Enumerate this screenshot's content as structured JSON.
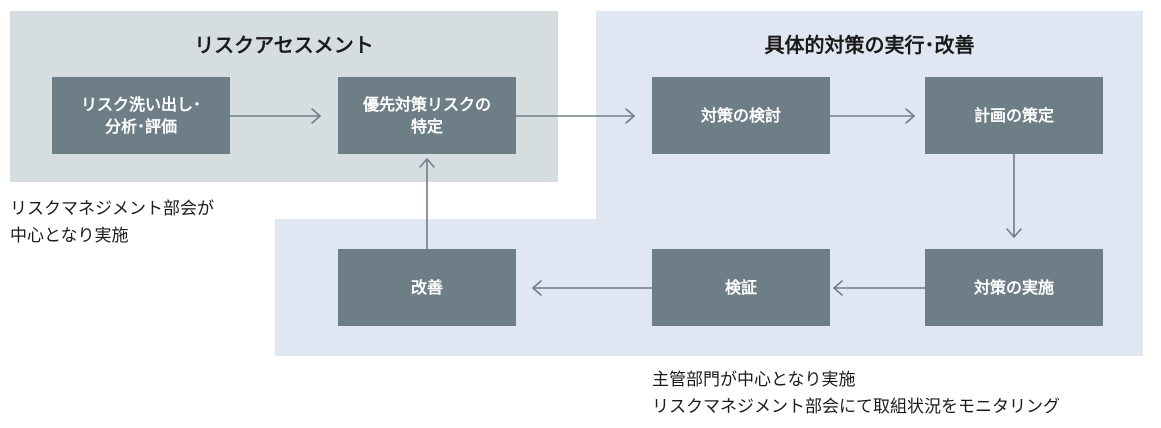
{
  "regions": {
    "assessment_title": "リスクアセスメント",
    "execution_title": "具体的対策の実行･改善"
  },
  "boxes": {
    "identify_line1": "リスク洗い出し･",
    "identify_line2": "分析･評価",
    "prioritize_line1": "優先対策リスクの",
    "prioritize_line2": "特定",
    "review": "対策の検討",
    "plan": "計画の策定",
    "implement": "対策の実施",
    "verify": "検証",
    "improve": "改善"
  },
  "notes": {
    "left_line1": "リスクマネジメント部会が",
    "left_line2": "中心となり実施",
    "bottom_line1": "主管部門が中心となり実施",
    "bottom_line2": "リスクマネジメント部会にて取組状況をモニタリング"
  },
  "colors": {
    "assessment_bg": "#d6dde1",
    "execution_bg": "#e1e7f2",
    "box_bg": "#6e7e87",
    "arrow": "#6e7e87"
  }
}
